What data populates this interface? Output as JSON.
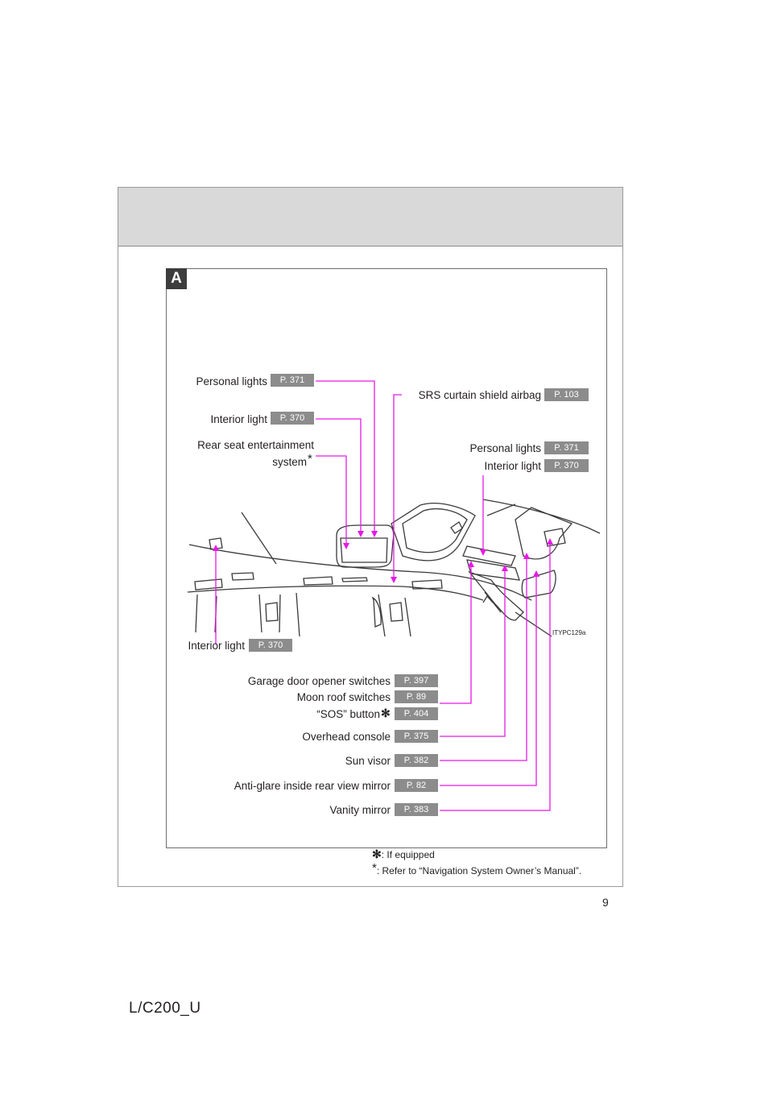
{
  "section_label": "A",
  "labels": {
    "personal_lights_top": "Personal lights",
    "interior_light_top": "Interior light",
    "rear_seat_line1": "Rear seat entertainment",
    "rear_seat_line2": "system",
    "srs_airbag": "SRS curtain shield airbag",
    "personal_lights_right": "Personal lights",
    "interior_light_right": "Interior light",
    "interior_light_left": "Interior light",
    "garage_door": "Garage door opener switches",
    "moon_roof": "Moon roof switches",
    "sos_button": "“SOS” button",
    "overhead_console": "Overhead console",
    "sun_visor": "Sun visor",
    "anti_glare": "Anti-glare inside rear view mirror",
    "vanity_mirror": "Vanity mirror"
  },
  "refs": {
    "personal_lights_top": "P. 371",
    "interior_light_top": "P. 370",
    "srs_airbag": "P. 103",
    "personal_lights_right": "P. 371",
    "interior_light_right": "P. 370",
    "interior_light_left": "P. 370",
    "garage_door": "P. 397",
    "moon_roof": "P. 89",
    "sos_button": "P. 404",
    "overhead_console": "P. 375",
    "sun_visor": "P. 382",
    "anti_glare": "P. 82",
    "vanity_mirror": "P. 383"
  },
  "footnotes": {
    "star_symbol": "✻",
    "star_text": ": If equipped",
    "asterisk_symbol": "*",
    "asterisk_text": ": Refer to “Navigation System Owner’s Manual”."
  },
  "illustration_code": "ITYPC129a",
  "page_number": "9",
  "model_code": "L/C200_U",
  "colors": {
    "callout_line": "#e619e6",
    "ref_badge": "#8c8c8c",
    "header_band": "#d9d9d9"
  }
}
